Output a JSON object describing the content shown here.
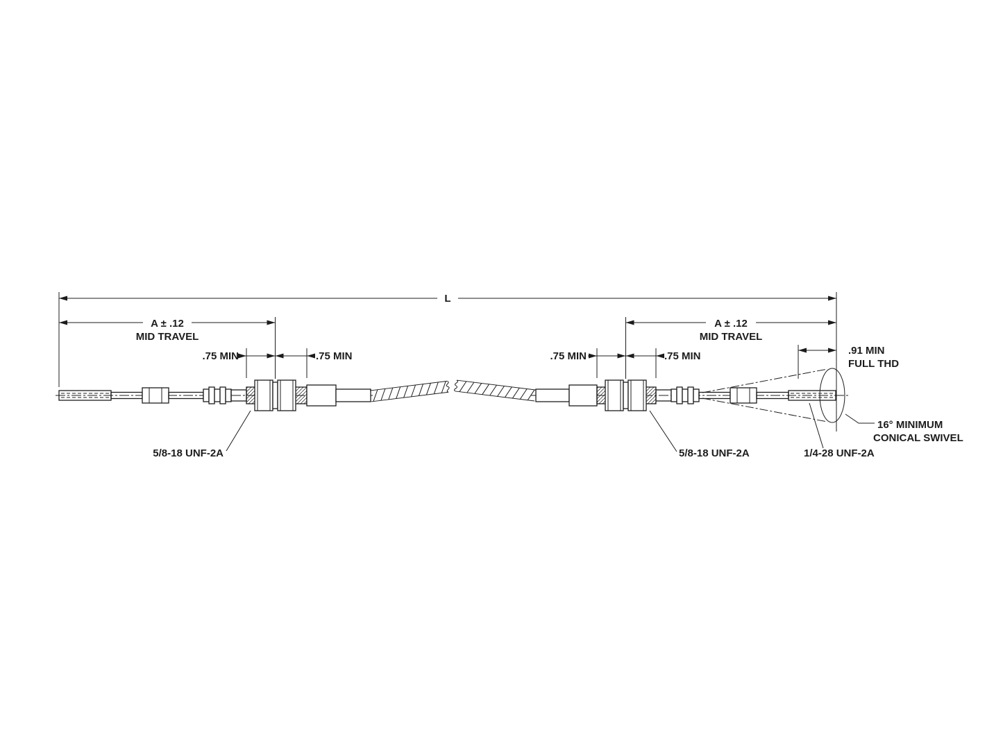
{
  "page": {
    "background": "#ffffff",
    "ink": "#1c1c1c"
  },
  "drawing": {
    "description": "Push-pull control cable assembly, bulkhead-mounted hubs with jam nuts, threaded rod ends, conical swivel at right end, broken cable at center",
    "dimensions": {
      "overall_length": {
        "label": "L"
      },
      "left_mid_travel": {
        "value": "A ± .12",
        "note": "MID TRAVEL"
      },
      "right_mid_travel": {
        "value": "A ± .12",
        "note": "MID TRAVEL"
      },
      "left_hub_thread_left": ".75 MIN",
      "left_hub_thread_right": ".75 MIN",
      "right_hub_thread_left": ".75 MIN",
      "right_hub_thread_right": ".75 MIN",
      "rod_end_full_thread": {
        "value": ".91 MIN",
        "note": "FULL THD"
      }
    },
    "callouts": {
      "left_hub_thread_spec": "5/8-18 UNF-2A",
      "right_hub_thread_spec": "5/8-18 UNF-2A",
      "rod_end_thread_spec": "1/4-28 UNF-2A",
      "swivel": {
        "line1": "16° MINIMUM",
        "line2": "CONICAL SWIVEL"
      }
    }
  }
}
